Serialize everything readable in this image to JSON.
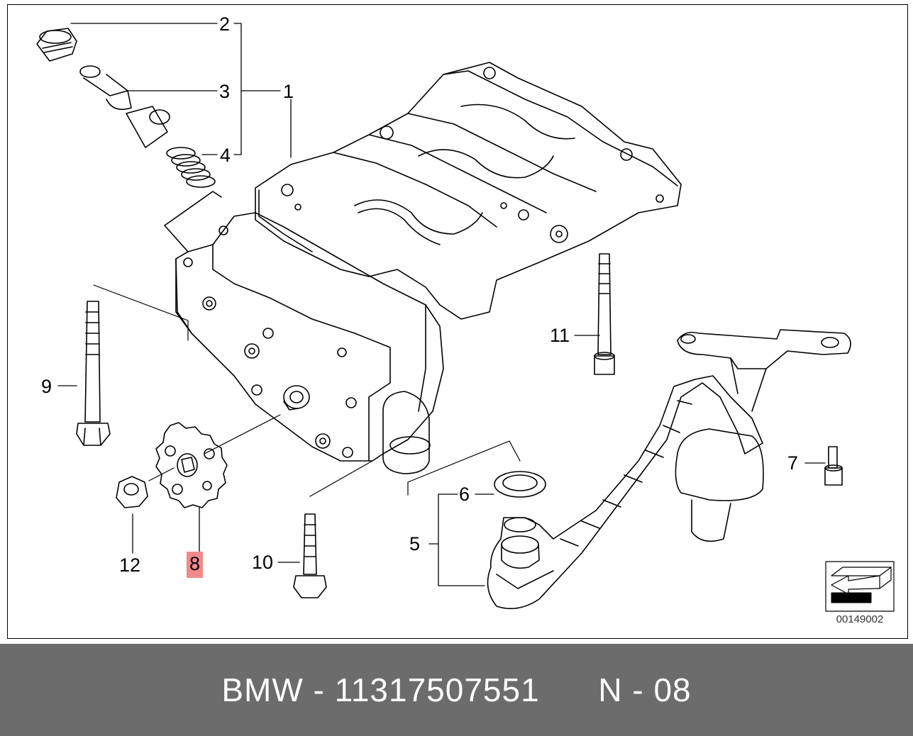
{
  "callouts": {
    "c1": "1",
    "c2": "2",
    "c3": "3",
    "c4": "4",
    "c5": "5",
    "c6": "6",
    "c7": "7",
    "c8": "8",
    "c9": "9",
    "c10": "10",
    "c11": "11",
    "c12": "12"
  },
  "highlight_color": "#f08a8a",
  "diagram_ref": "00149002",
  "footer": {
    "brand": "BMW",
    "separator": " - ",
    "part_number": "11317507551",
    "variant": "N - 08",
    "background": "#6c6c6c"
  }
}
